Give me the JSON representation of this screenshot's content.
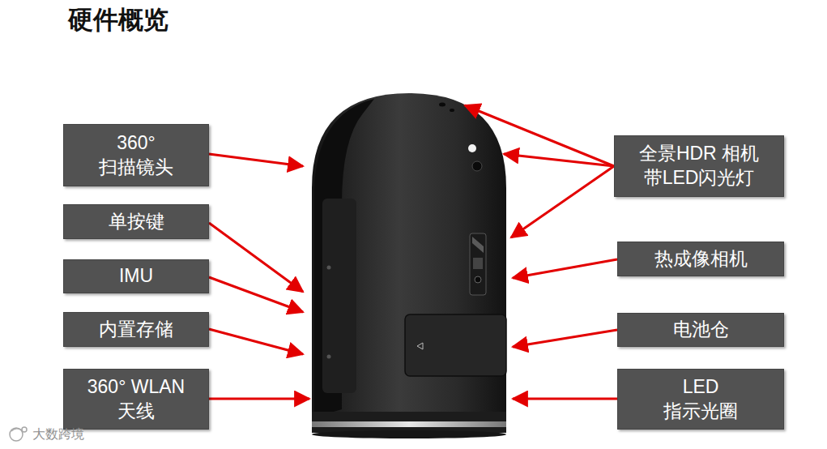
{
  "diagram": {
    "title": "硬件概览",
    "nodes": [
      {
        "text": [
          "360° 扫描镜头"
        ]
      },
      {
        "text": [
          "单按键"
        ]
      },
      {
        "text": [
          "IMU"
        ]
      },
      {
        "text": [
          "内置存储"
        ]
      },
      {
        "text": [
          "360° WLAN 天线"
        ]
      },
      {
        "text": [
          "全景HDR 相机 带LED闪光灯"
        ]
      },
      {
        "text": [
          "热成像相机"
        ]
      },
      {
        "text": [
          "电池仓"
        ]
      },
      {
        "text": [
          "LED 指示光圈"
        ]
      }
    ],
    "labels": [
      "大数跨境"
    ]
  }
}
